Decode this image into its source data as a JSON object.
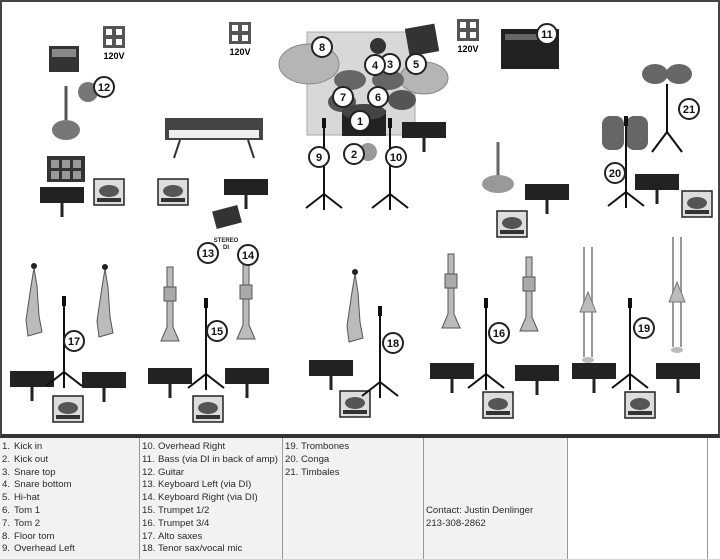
{
  "outlet_label": "120V",
  "di_box_label": "STEREO\nDI",
  "markers": [
    "1",
    "2",
    "3",
    "4",
    "5",
    "6",
    "7",
    "8",
    "9",
    "10",
    "11",
    "12",
    "13",
    "14",
    "15",
    "16",
    "17",
    "18",
    "19",
    "20",
    "21"
  ],
  "legend": {
    "col1": [
      {
        "n": "1.",
        "label": "Kick in"
      },
      {
        "n": "2.",
        "label": "Kick out"
      },
      {
        "n": "3.",
        "label": "Snare top"
      },
      {
        "n": "4.",
        "label": "Snare bottom"
      },
      {
        "n": "5.",
        "label": "Hi-hat"
      },
      {
        "n": "6.",
        "label": "Tom 1"
      },
      {
        "n": "7.",
        "label": "Tom 2"
      },
      {
        "n": "8.",
        "label": "Floor tom"
      },
      {
        "n": "9.",
        "label": "Overhead Left"
      }
    ],
    "col2": [
      {
        "n": "10.",
        "label": "Overhead Right"
      },
      {
        "n": "11.",
        "label": "Bass (via DI in back of amp)"
      },
      {
        "n": "12.",
        "label": "Guitar"
      },
      {
        "n": "13.",
        "label": "Keyboard Left (via DI)"
      },
      {
        "n": "14.",
        "label": "Keyboard Right (via DI)"
      },
      {
        "n": "15.",
        "label": "Trumpet 1/2"
      },
      {
        "n": "16.",
        "label": "Trumpet 3/4"
      },
      {
        "n": "17.",
        "label": "Alto saxes"
      },
      {
        "n": "18.",
        "label": "Tenor sax/vocal mic"
      }
    ],
    "col3": [
      {
        "n": "19.",
        "label": "Trombones"
      },
      {
        "n": "20.",
        "label": "Conga"
      },
      {
        "n": "21.",
        "label": "Timbales"
      }
    ]
  },
  "contact": {
    "name": "Contact: Justin Denlinger",
    "phone": "213-308-2862"
  }
}
